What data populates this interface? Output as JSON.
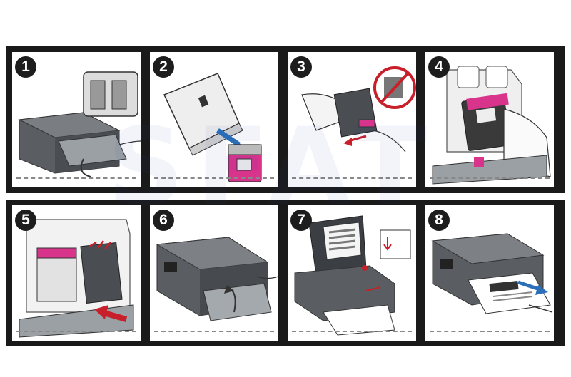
{
  "steps": [
    {
      "number": "1"
    },
    {
      "number": "2"
    },
    {
      "number": "3"
    },
    {
      "number": "4"
    },
    {
      "number": "5"
    },
    {
      "number": "6"
    },
    {
      "number": "7"
    },
    {
      "number": "8"
    }
  ],
  "watermark": "SFAT",
  "colors": {
    "frame": "#1a1a1a",
    "panel": "#ffffff",
    "printer_body": "#585c60",
    "ink_magenta": "#d8348c",
    "arrow_blue": "#2a6fb8",
    "arrow_red": "#c8202a"
  }
}
